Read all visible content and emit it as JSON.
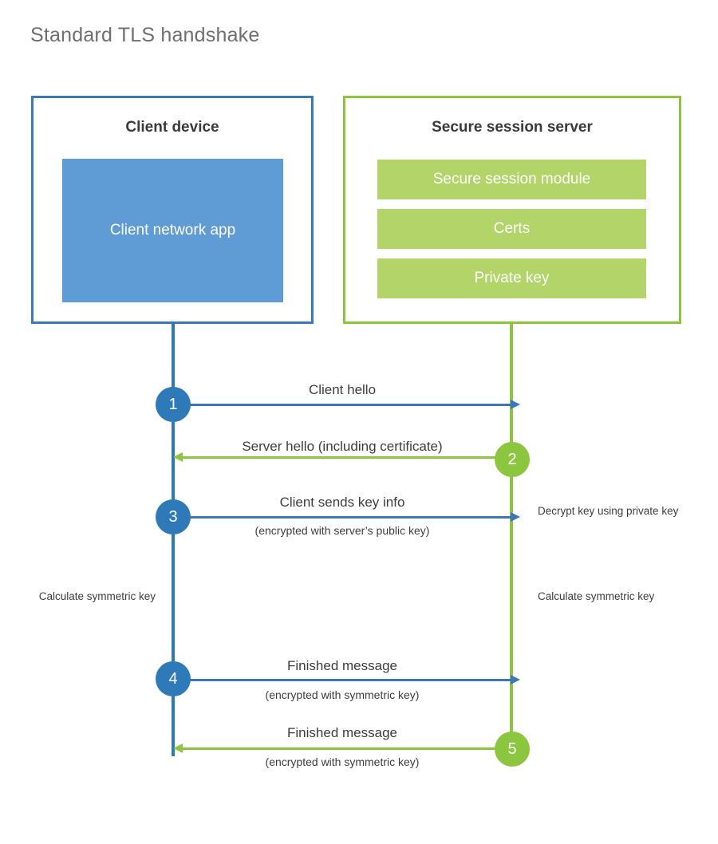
{
  "diagram": {
    "title": "Standard TLS handshake"
  },
  "client_panel": {
    "title": "Client device",
    "app_label": "Client network app",
    "border_color": "#3b78b4",
    "app_fill_color": "#5f9bd5"
  },
  "server_panel": {
    "title": "Secure session server",
    "border_color": "#8cc63f",
    "bar_fill_color": "#b2d468",
    "bars": [
      {
        "label": "Secure session module"
      },
      {
        "label": "Certs"
      },
      {
        "label": "Private key"
      }
    ]
  },
  "steps": [
    {
      "number": "1",
      "direction": "client-to-server",
      "color": "#2e7ab8",
      "label": "Client hello",
      "sublabel": ""
    },
    {
      "number": "2",
      "direction": "server-to-client",
      "color": "#8cc63f",
      "label": "Server hello (including certificate)",
      "sublabel": ""
    },
    {
      "number": "3",
      "direction": "client-to-server",
      "color": "#2e7ab8",
      "label": "Client sends key info",
      "sublabel": "(encrypted with server’s public key)"
    },
    {
      "number": "4",
      "direction": "client-to-server",
      "color": "#2e7ab8",
      "label": "Finished message",
      "sublabel": "(encrypted with symmetric key)"
    },
    {
      "number": "5",
      "direction": "server-to-client",
      "color": "#8cc63f",
      "label": "Finished message",
      "sublabel": "(encrypted with symmetric key)"
    }
  ],
  "notes": {
    "decrypt_key": "Decrypt key using private key",
    "client_calculate": "Calculate symmetric key",
    "server_calculate": "Calculate symmetric key"
  }
}
